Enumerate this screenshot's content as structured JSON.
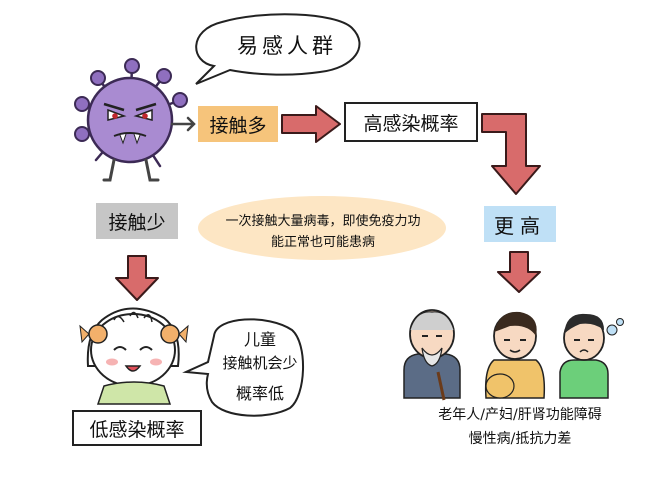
{
  "title_bubble": "易感人群",
  "labels": {
    "contact_more": "接触多",
    "high_rate": "高感染概率",
    "higher": "更高",
    "contact_less": "接触少",
    "low_rate": "低感染概率"
  },
  "note": {
    "line1": "一次接触大量病毒，即使免疫力功",
    "line2": "能正常也可能患病"
  },
  "child_bubble": {
    "line1": "儿童",
    "line2": "接触机会少",
    "line3": "概率低"
  },
  "risk_groups": {
    "line1": "老年人/产妇/肝肾功能障碍",
    "line2": "慢性病/抵抗力差"
  },
  "colors": {
    "orange_box": "#f6c47b",
    "gray_box": "#c6c6c6",
    "blue_box": "#bfe0f6",
    "arrow_fill": "#d86b6b",
    "arrow_stroke": "#3a1a1a",
    "note_fill": "#fde6c4",
    "virus": "#a98bd1"
  }
}
